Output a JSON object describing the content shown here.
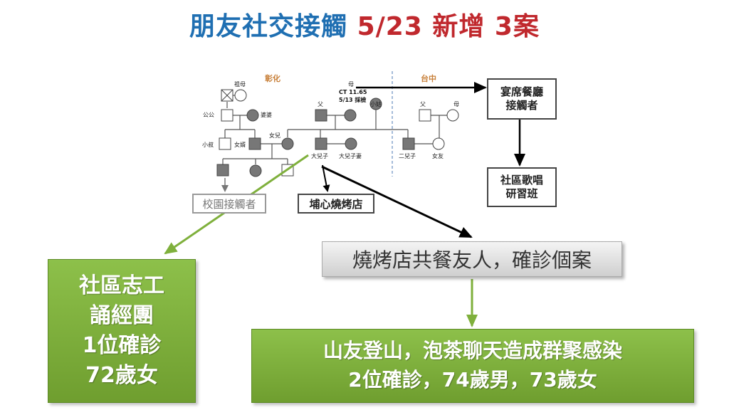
{
  "title": {
    "part1": "朋友社交接觸",
    "part2": "5/23 新增 3案"
  },
  "regions": {
    "left": "彰化",
    "right": "台中"
  },
  "family_labels": {
    "grandma": "祖母",
    "gonggong": "公公",
    "popo": "婆婆",
    "xiaoshu": "小叔",
    "nvxu": "女婿",
    "nver": "女兒",
    "fu": "父",
    "mu": "母",
    "xiaogu": "小姑",
    "daerzi": "大兒子",
    "daerziqi": "大兒子妻",
    "erezi": "二兒子",
    "nvyou": "女友",
    "tc_fu": "父",
    "tc_mu": "母"
  },
  "mother_ct": {
    "line1": "CT 11.65",
    "line2": "5/13 採檢"
  },
  "boxes": {
    "school": "校園接觸者",
    "bbq_puxin": "埔心燒烤店",
    "banquet_line1": "宴席餐廳",
    "banquet_line2": "接觸者",
    "choir_line1": "社區歌唱",
    "choir_line2": "研習班"
  },
  "bbq_friends": "燒烤店共餐友人，確診個案",
  "volunteer": {
    "line1": "社區志工",
    "line2": "誦經團",
    "line3": "1位確診",
    "line4": "72歲女"
  },
  "hiking": {
    "line1": "山友登山，泡茶聊天造成群聚感染",
    "line2": "2位確診，74歲男，73歲女"
  },
  "colors": {
    "title_blue": "#1f6fb2",
    "title_red": "#c0282d",
    "green": "#7fb03c",
    "region_orange": "#c8803a"
  }
}
